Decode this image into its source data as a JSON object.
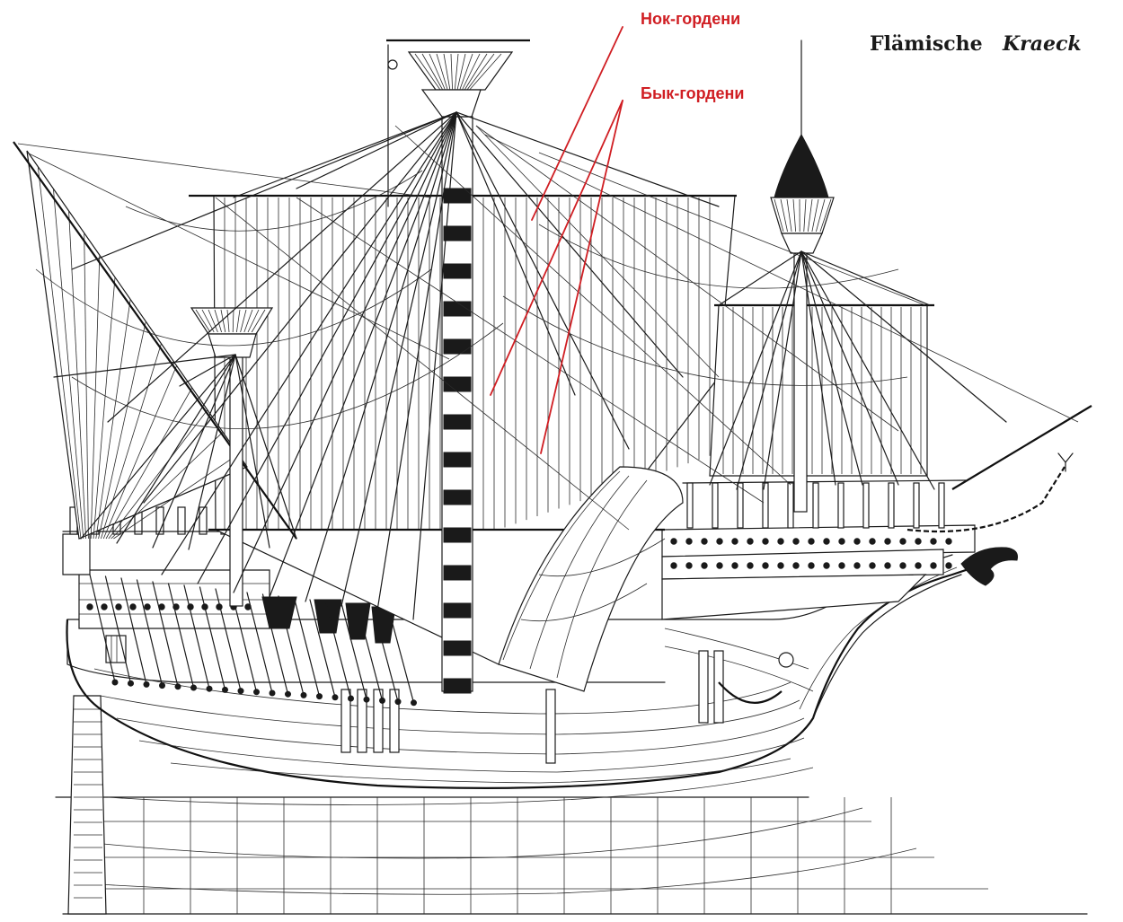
{
  "title": {
    "word1": "Flämische",
    "word2": "Kraeck"
  },
  "annotations": {
    "nok_gordeni": "Нок-гордени",
    "byk_gordeni": "Бык-гордени"
  },
  "colors": {
    "annotation": "#d01e23",
    "ink": "#1a1a1a",
    "background": "#ffffff"
  }
}
